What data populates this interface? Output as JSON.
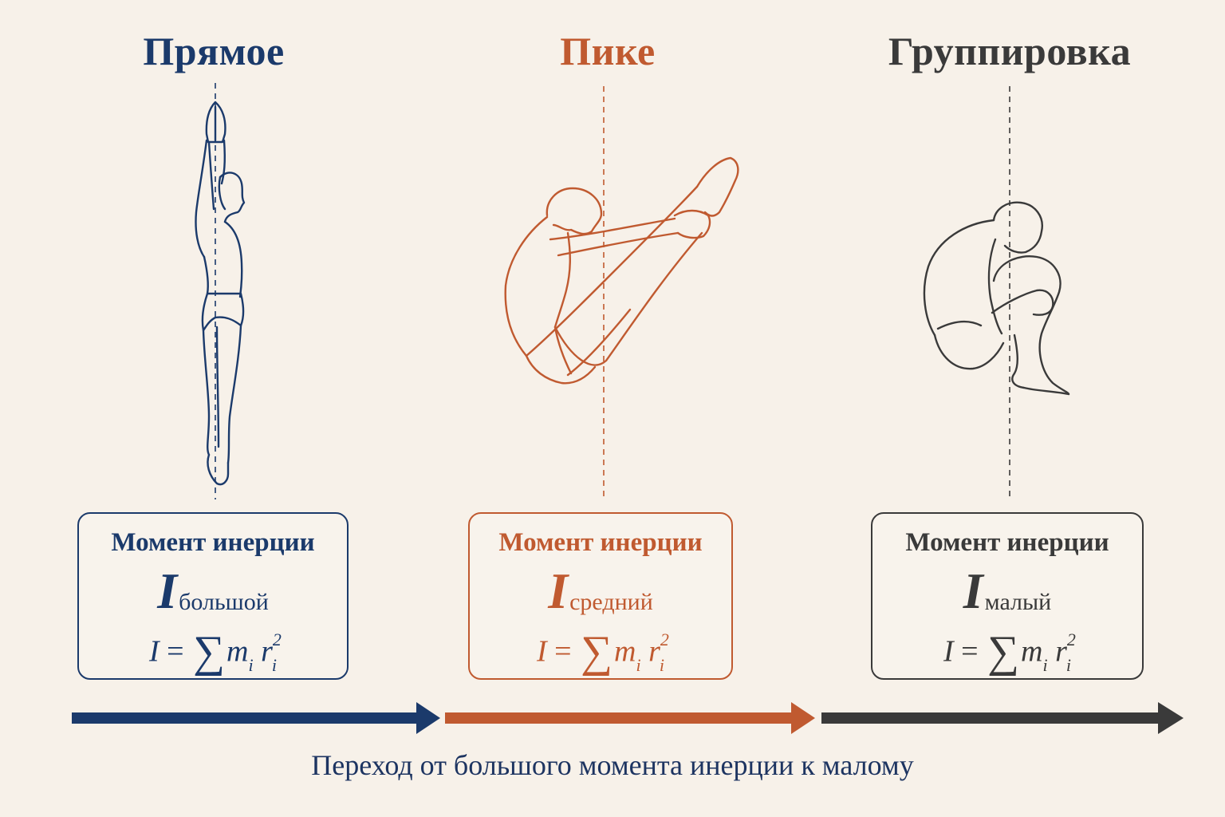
{
  "columns": [
    {
      "title": "Прямое",
      "box_label": "Момент инерции",
      "symbol": "I",
      "symbol_sub": "большой",
      "formula": {
        "lhs": "I",
        "eq": "=",
        "sigma": "∑",
        "m": "m",
        "mi": "i",
        "r": "r",
        "ri": "i",
        "pow": "2"
      },
      "color": "#1b3a6b"
    },
    {
      "title": "Пике",
      "box_label": "Момент инерции",
      "symbol": "I",
      "symbol_sub": "средний",
      "formula": {
        "lhs": "I",
        "eq": "=",
        "sigma": "∑",
        "m": "m",
        "mi": "i",
        "r": "r",
        "ri": "i",
        "pow": "2"
      },
      "color": "#c05a30"
    },
    {
      "title": "Группировка",
      "box_label": "Момент инерции",
      "symbol": "I",
      "symbol_sub": "малый",
      "formula": {
        "lhs": "I",
        "eq": "=",
        "sigma": "∑",
        "m": "m",
        "mi": "i",
        "r": "r",
        "ri": "i",
        "pow": "2"
      },
      "color": "#3a3a3a"
    }
  ],
  "caption": "Переход от большого момента инерции к малому",
  "caption_color": "#1d3461",
  "background": "#f7f1e9",
  "icons": [
    "straight-diver-icon",
    "pike-diver-icon",
    "tuck-diver-icon",
    "arrow-right-icon"
  ]
}
